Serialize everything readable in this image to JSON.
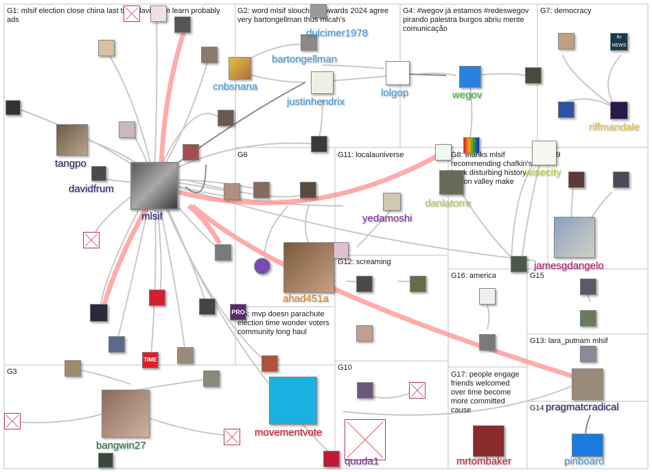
{
  "groups": [
    {
      "id": "G1",
      "title": "G1: mlsif election close china last time davidfrum learn probably ads"
    },
    {
      "id": "G2",
      "title": "G2: word mlsif slouching towards 2024 agree very bartongellman thus micah's"
    },
    {
      "id": "G4",
      "title": "G4: #wegov já estamos #redeswegov pirando palestra burgos abriu mente comunicação"
    },
    {
      "id": "G7",
      "title": "G7: democracy"
    },
    {
      "id": "G6",
      "title": "G6"
    },
    {
      "id": "G11",
      "title": "G11: localauniverse"
    },
    {
      "id": "G8",
      "title": "G8: thanks mlsif recommending chafkin's book disturbing history silicon valley make"
    },
    {
      "id": "G9",
      "title": "G9"
    },
    {
      "id": "G12",
      "title": "G12: screaming"
    },
    {
      "id": "G16",
      "title": "G16: america"
    },
    {
      "id": "G15",
      "title": "G15"
    },
    {
      "id": "G5",
      "title": "G5: mvp doesn parachute election time wonder voters community long haul"
    },
    {
      "id": "G13",
      "title": "G13: lara_putnam mlsif"
    },
    {
      "id": "G3",
      "title": "G3"
    },
    {
      "id": "G10",
      "title": "G10"
    },
    {
      "id": "G17",
      "title": "G17: people engage friends welcomed over time become more committed cause"
    },
    {
      "id": "G14",
      "title": "G14"
    }
  ],
  "labels": {
    "mlsif": "mlsif",
    "tangpo": "tangpo",
    "davidfrum": "davidfrum",
    "dulcimer1978": "dulcimer1978",
    "bartongellman": "bartongellman",
    "cnbsnana": "cnbsnana",
    "justinhendrix": "justinhendrix",
    "lolgop": "lolgop",
    "wegov": "wegov",
    "riffmandale": "riffmandale",
    "wisecity": "wisecity",
    "danlatorre": "danlatorre",
    "yedamoshi": "yedamoshi",
    "ahad451a": "ahad451a",
    "jamesgdangelo": "jamesgdangelo",
    "movementvote": "movementvote",
    "quuda1": "quuda1",
    "mrtombaker": "mrtombaker",
    "pragmatcradical": "pragmatcradical",
    "pinboard": "pinboard",
    "bangwin27": "bangwin27"
  },
  "images": {
    "time": "TIME",
    "itv": "itv NEWS",
    "pro": "PRO"
  },
  "colors": {
    "edge": "#c8c8c8",
    "edgeDark": "#8a8a8a",
    "edgeStrong": "#ff8080",
    "divider": "#c0c0c0",
    "mlsif": "#1f1f6e",
    "tangpo": "#1f1f6e",
    "davidfrum": "#1f1f6e",
    "dulcimer1978": "#3d9be0",
    "bartongellman": "#3d9be0",
    "cnbsnana": "#3d9be0",
    "justinhendrix": "#3d9be0",
    "lolgop": "#3d9be0",
    "wegov": "#2eb82e",
    "riffmandale": "#e6c229",
    "wisecity": "#b8d032",
    "danlatorre": "#b8d032",
    "yedamoshi": "#7a2a9a",
    "ahad451a": "#e07b18",
    "jamesgdangelo": "#c0157a",
    "movementvote": "#d0112b",
    "quuda1": "#7a2a9a",
    "mrtombaker": "#d0112b",
    "pragmatcradical": "#1f1f6e",
    "pinboard": "#3d9be0",
    "bangwin27": "#1f6e3a"
  }
}
